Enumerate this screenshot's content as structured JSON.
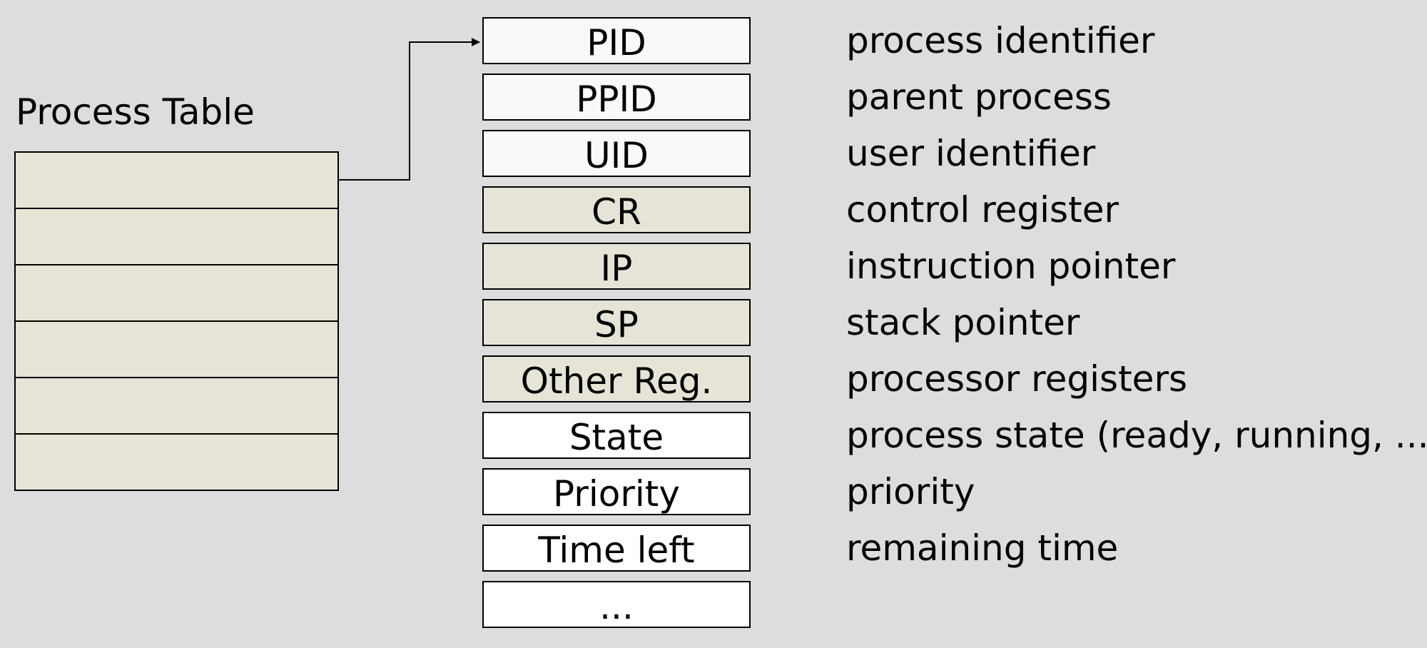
{
  "process_table": {
    "title": "Process Table",
    "row_count": 6
  },
  "pcb_fields": [
    {
      "label": "PID",
      "description": "process identifier",
      "fill": "light"
    },
    {
      "label": "PPID",
      "description": "parent process",
      "fill": "light"
    },
    {
      "label": "UID",
      "description": "user identifier",
      "fill": "light"
    },
    {
      "label": "CR",
      "description": "control register",
      "fill": "reg"
    },
    {
      "label": "IP",
      "description": "instruction pointer",
      "fill": "reg"
    },
    {
      "label": "SP",
      "description": "stack pointer",
      "fill": "reg"
    },
    {
      "label": "Other Reg.",
      "description": "processor registers",
      "fill": "reg"
    },
    {
      "label": "State",
      "description": "process state (ready, running, ...)",
      "fill": "white"
    },
    {
      "label": "Priority",
      "description": "priority",
      "fill": "white"
    },
    {
      "label": "Time left",
      "description": "remaining time",
      "fill": "white"
    },
    {
      "label": "...",
      "description": "",
      "fill": "white"
    }
  ],
  "colors": {
    "background": "#dddddd",
    "register_fill": "#e5e4d6",
    "light_fill": "#f9f9f9",
    "white_fill": "#ffffff",
    "line": "#000000"
  },
  "connector": {
    "from": "process-table-row-1",
    "to": "pcb-field-pid"
  }
}
